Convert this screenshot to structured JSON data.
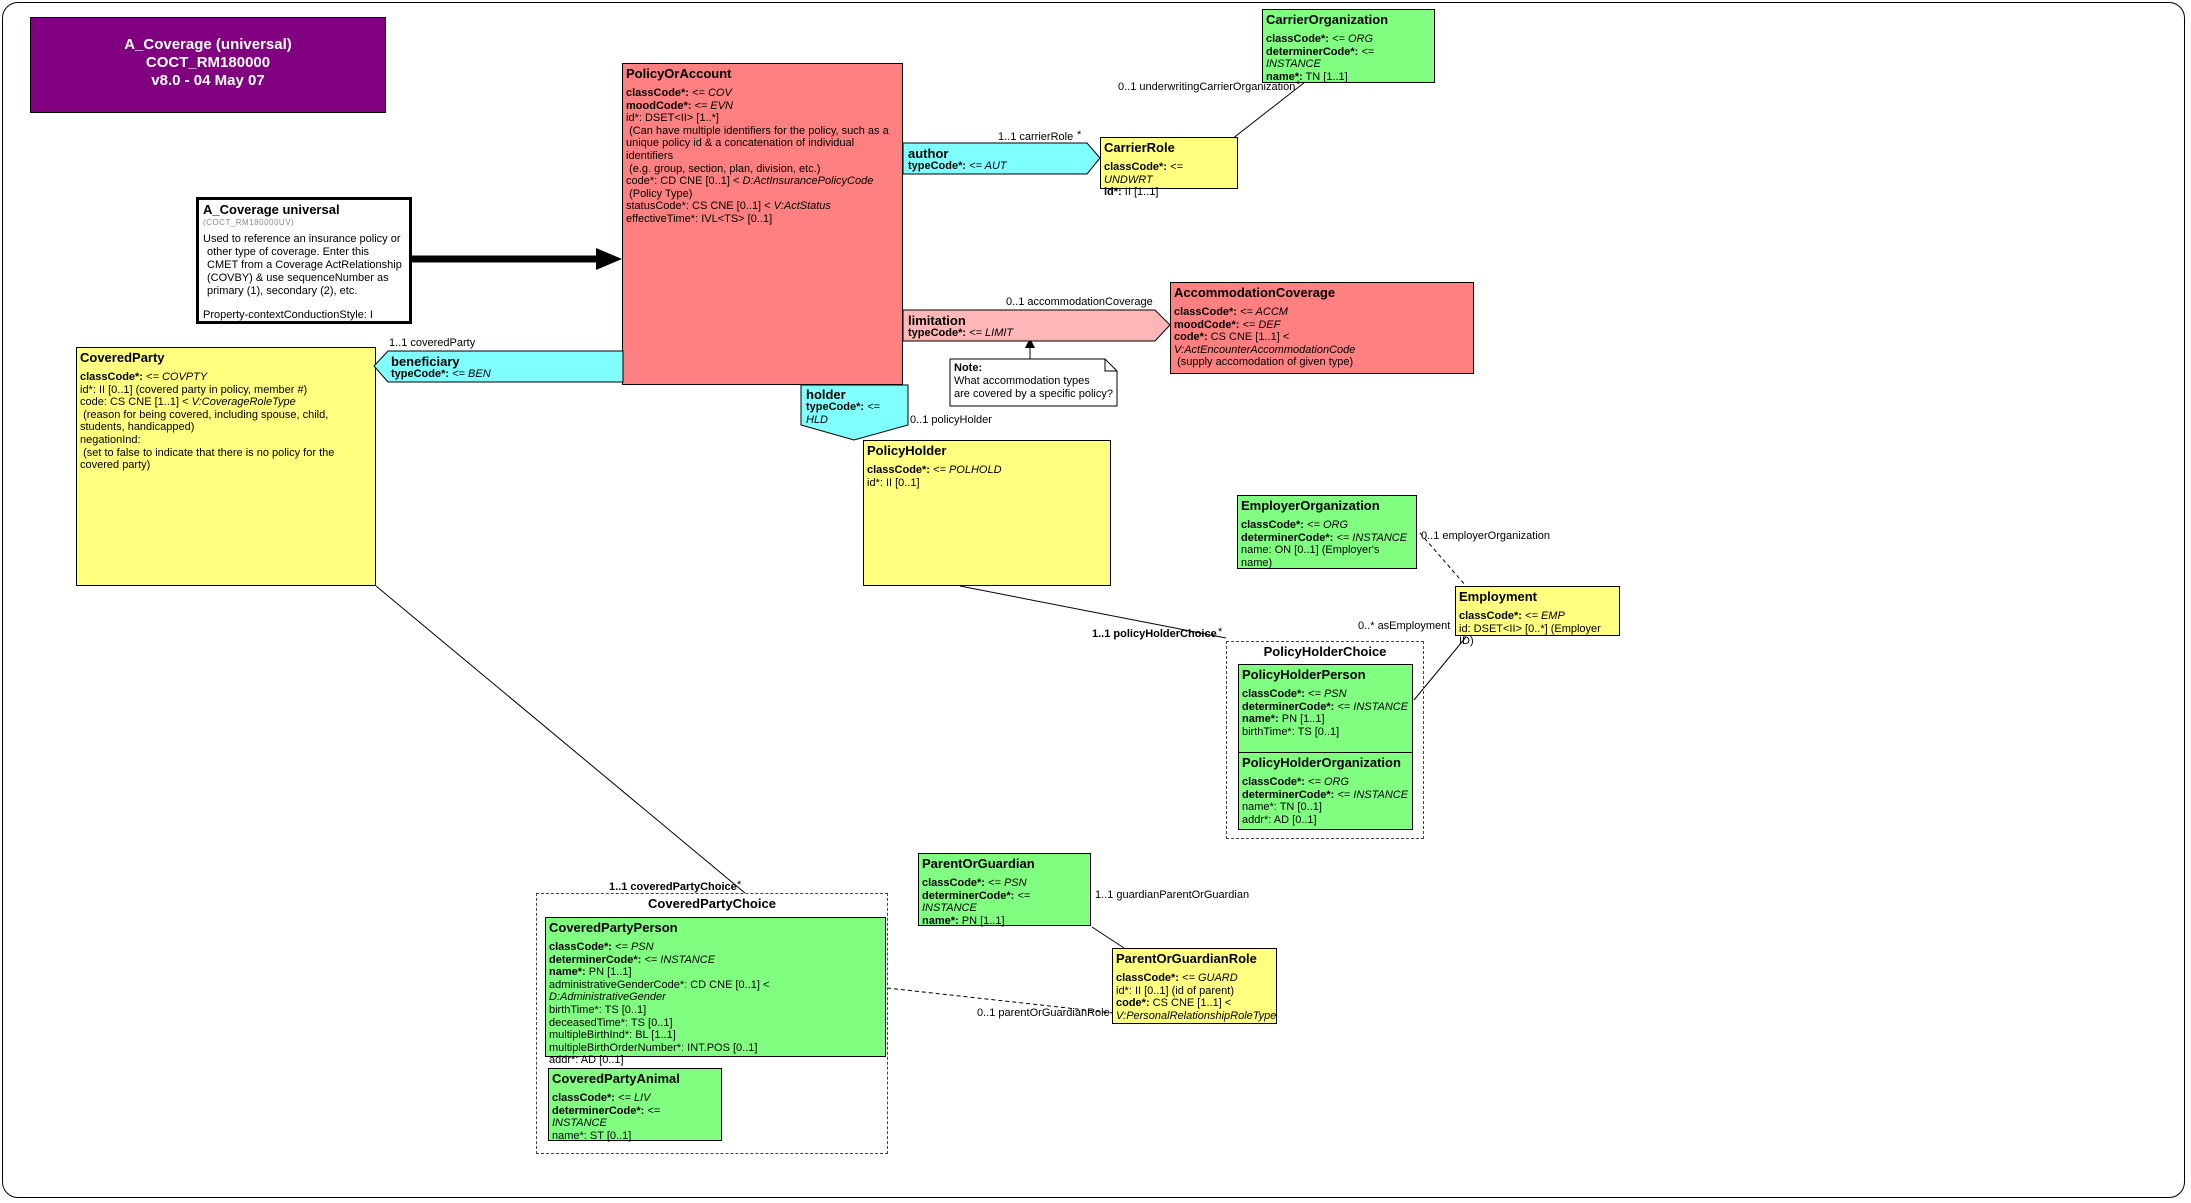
{
  "header": {
    "line1": "A_Coverage (universal)",
    "line2": "COCT_RM180000",
    "line3": "v8.0 - 04 May 07"
  },
  "entry_point": {
    "title": "A_Coverage universal",
    "id": "(COCT_RM180000UV)",
    "lines": [
      "Used to reference an insurance policy or",
      "other type of coverage. Enter this",
      "CMET from a Coverage ActRelationship",
      "(COVBY) & use sequenceNumber as",
      "primary (1), secondary (2), etc."
    ],
    "style": "Property-contextConductionStyle: I"
  },
  "policy_or_account": {
    "title": "PolicyOrAccount",
    "attrs": [
      {
        "name": "classCode*:",
        "value": " <= COV",
        "bold": true,
        "italic_value": true
      },
      {
        "name": "moodCode*:",
        "value": " <= EVN",
        "bold": true,
        "italic_value": true
      },
      {
        "name": "id*: DSET<II> [1..*]",
        "value": "",
        "bold": false,
        "italic_value": false
      },
      {
        "name": " (Can have multiple identifiers for the policy, such as a unique policy id & a concatenation of individual identifiers",
        "value": "",
        "bold": false,
        "italic_value": false
      },
      {
        "name": " (e.g. group, section, plan, division, etc.)",
        "value": "",
        "bold": false,
        "italic_value": false
      },
      {
        "name": "code*: CD CNE [0..1] < ",
        "value": "D:ActInsurancePolicyCode",
        "bold": false,
        "italic_value": true
      },
      {
        "name": " (Policy Type)",
        "value": "",
        "bold": false,
        "italic_value": false
      },
      {
        "name": "statusCode*: CS CNE [0..1] < ",
        "value": "V:ActStatus",
        "bold": false,
        "italic_value": true
      },
      {
        "name": "effectiveTime*: IVL<TS> [0..1]",
        "value": "",
        "bold": false,
        "italic_value": false
      }
    ]
  },
  "carrier_organization": {
    "title": "CarrierOrganization",
    "attrs": [
      {
        "name": "classCode*:",
        "value": " <= ORG",
        "bold": true,
        "italic_value": true
      },
      {
        "name": "determinerCode*:",
        "value": " <= INSTANCE",
        "bold": true,
        "italic_value": true
      },
      {
        "name": "name*:",
        "value": " TN [1..1]",
        "bold": true,
        "italic_value": false
      }
    ]
  },
  "carrier_role": {
    "title": "CarrierRole",
    "attrs": [
      {
        "name": "classCode*:",
        "value": " <= UNDWRT",
        "bold": true,
        "italic_value": true
      },
      {
        "name": "id*:",
        "value": " II [1..1]",
        "bold": true,
        "italic_value": false
      }
    ]
  },
  "author": {
    "name": "author",
    "type_label": "typeCode*:",
    "type_value": " <= AUT"
  },
  "limitation": {
    "name": "limitation",
    "type_label": "typeCode*:",
    "type_value": " <= LIMIT"
  },
  "beneficiary": {
    "name": "beneficiary",
    "type_label": "typeCode*:",
    "type_value": " <= BEN"
  },
  "holder": {
    "name": "holder",
    "type_label": "typeCode*:",
    "type_value": " <= HLD"
  },
  "accommodation_coverage": {
    "title": "AccommodationCoverage",
    "attrs": [
      {
        "name": "classCode*:",
        "value": " <= ACCM",
        "bold": true,
        "italic_value": true
      },
      {
        "name": "moodCode*:",
        "value": " <= DEF",
        "bold": true,
        "italic_value": true
      },
      {
        "name": "code*:",
        "value": " CS CNE [1..1] < ",
        "bold": true,
        "italic_value": false,
        "extra": "V:ActEncounterAccommodationCode"
      },
      {
        "name": " (supply accomodation of given type)",
        "value": "",
        "bold": false,
        "italic_value": false
      }
    ]
  },
  "note": {
    "title": "Note:",
    "lines": [
      "What accommodation types",
      "are covered by a specific policy?"
    ]
  },
  "covered_party": {
    "title": "CoveredParty",
    "attrs": [
      {
        "name": "classCode*:",
        "value": " <= COVPTY",
        "bold": true,
        "italic_value": true
      },
      {
        "name": "id*: II [0..1] (covered party in policy, member #)",
        "value": "",
        "bold": false,
        "italic_value": false
      },
      {
        "name": "code: CS CNE [1..1] < ",
        "value": "V:CoverageRoleType",
        "bold": false,
        "italic_value": true
      },
      {
        "name": " (reason for being covered, including spouse, child, students, handicapped)",
        "value": "",
        "bold": false,
        "italic_value": false
      },
      {
        "name": "negationInd:",
        "value": "",
        "bold": false,
        "italic_value": false
      },
      {
        "name": " (set to false to indicate that there is no policy for the covered party)",
        "value": "",
        "bold": false,
        "italic_value": false
      }
    ]
  },
  "policy_holder": {
    "title": "PolicyHolder",
    "attrs": [
      {
        "name": "classCode*:",
        "value": " <= POLHOLD",
        "bold": true,
        "italic_value": true
      },
      {
        "name": "id*: II [0..1]",
        "value": "",
        "bold": false,
        "italic_value": false
      }
    ]
  },
  "employer_organization": {
    "title": "EmployerOrganization",
    "attrs": [
      {
        "name": "classCode*:",
        "value": " <= ORG",
        "bold": true,
        "italic_value": true
      },
      {
        "name": "determinerCode*:",
        "value": " <= INSTANCE",
        "bold": true,
        "italic_value": true
      },
      {
        "name": "name: ON [0..1] (Employer's name)",
        "value": "",
        "bold": false,
        "italic_value": false
      }
    ]
  },
  "employment": {
    "title": "Employment",
    "attrs": [
      {
        "name": "classCode*:",
        "value": " <= EMP",
        "bold": true,
        "italic_value": true
      },
      {
        "name": "id: DSET<II> [0..*] (Employer ID)",
        "value": "",
        "bold": false,
        "italic_value": false
      }
    ]
  },
  "policy_holder_choice": {
    "title": "PolicyHolderChoice"
  },
  "policy_holder_person": {
    "title": "PolicyHolderPerson",
    "attrs": [
      {
        "name": "classCode*:",
        "value": " <= PSN",
        "bold": true,
        "italic_value": true
      },
      {
        "name": "determinerCode*:",
        "value": " <= INSTANCE",
        "bold": true,
        "italic_value": true
      },
      {
        "name": "name*:",
        "value": " PN [1..1]",
        "bold": true,
        "italic_value": false
      },
      {
        "name": "birthTime*: TS [0..1]",
        "value": "",
        "bold": false,
        "italic_value": false
      }
    ]
  },
  "policy_holder_organization": {
    "title": "PolicyHolderOrganization",
    "attrs": [
      {
        "name": "classCode*:",
        "value": " <= ORG",
        "bold": true,
        "italic_value": true
      },
      {
        "name": "determinerCode*:",
        "value": " <= INSTANCE",
        "bold": true,
        "italic_value": true
      },
      {
        "name": "name*: TN [0..1]",
        "value": "",
        "bold": false,
        "italic_value": false
      },
      {
        "name": "addr*: AD [0..1]",
        "value": "",
        "bold": false,
        "italic_value": false
      }
    ]
  },
  "parent_or_guardian": {
    "title": "ParentOrGuardian",
    "attrs": [
      {
        "name": "classCode*:",
        "value": " <= PSN",
        "bold": true,
        "italic_value": true
      },
      {
        "name": "determinerCode*:",
        "value": " <= INSTANCE",
        "bold": true,
        "italic_value": true
      },
      {
        "name": "name*:",
        "value": " PN [1..1]",
        "bold": true,
        "italic_value": false
      }
    ]
  },
  "parent_or_guardian_role": {
    "title": "ParentOrGuardianRole",
    "attrs": [
      {
        "name": "classCode*:",
        "value": " <= GUARD",
        "bold": true,
        "italic_value": true
      },
      {
        "name": "id*: II [0..1] (id of parent)",
        "value": "",
        "bold": false,
        "italic_value": false
      },
      {
        "name": "code*:",
        "value": " CS CNE [1..1] <",
        "bold": true,
        "italic_value": false
      },
      {
        "name": "",
        "value": "V:PersonalRelationshipRoleType",
        "bold": false,
        "italic_value": true
      }
    ]
  },
  "covered_party_choice": {
    "title": "CoveredPartyChoice"
  },
  "covered_party_person": {
    "title": "CoveredPartyPerson",
    "attrs": [
      {
        "name": "classCode*:",
        "value": " <= PSN",
        "bold": true,
        "italic_value": true
      },
      {
        "name": "determinerCode*:",
        "value": " <= INSTANCE",
        "bold": true,
        "italic_value": true
      },
      {
        "name": "name*:",
        "value": " PN [1..1]",
        "bold": true,
        "italic_value": false
      },
      {
        "name": "administrativeGenderCode*: CD CNE [0..1] < ",
        "value": "D:AdministrativeGender",
        "bold": false,
        "italic_value": true
      },
      {
        "name": "birthTime*: TS [0..1]",
        "value": "",
        "bold": false,
        "italic_value": false
      },
      {
        "name": "deceasedTime*: TS [0..1]",
        "value": "",
        "bold": false,
        "italic_value": false
      },
      {
        "name": "multipleBirthInd*: BL [1..1]",
        "value": "",
        "bold": false,
        "italic_value": false
      },
      {
        "name": "multipleBirthOrderNumber*: INT.POS [0..1]",
        "value": "",
        "bold": false,
        "italic_value": false
      },
      {
        "name": "addr*: AD [0..1]",
        "value": "",
        "bold": false,
        "italic_value": false
      }
    ]
  },
  "covered_party_animal": {
    "title": "CoveredPartyAnimal",
    "attrs": [
      {
        "name": "classCode*:",
        "value": " <= LIV",
        "bold": true,
        "italic_value": true
      },
      {
        "name": "determinerCode*:",
        "value": " <= INSTANCE",
        "bold": true,
        "italic_value": true
      },
      {
        "name": "name*: ST [0..1]",
        "value": "",
        "bold": false,
        "italic_value": false
      }
    ]
  },
  "labels": {
    "underwriting_carrier": "0..1 underwritingCarrierOrganization",
    "carrier_role": "1..1 carrierRole",
    "accommodation_coverage": "0..1 accommodationCoverage",
    "covered_party": "1..1 coveredParty",
    "policy_holder": "0..1 policyHolder",
    "employer_organization": "0..1 employerOrganization",
    "as_employment": "0..* asEmployment",
    "policy_holder_choice": "1..1 policyHolderChoice",
    "covered_party_choice": "1..1 coveredPartyChoice",
    "guardian_parent": "1..1 guardianParentOrGuardian",
    "parent_guardian_role": "0..1 parentOrGuardianRole",
    "star": "*"
  },
  "colors": {
    "header": "#800080",
    "act": "#ff8080",
    "act_relationship": "#ffb6b6",
    "participation": "#80ffff",
    "role": "#ffff80",
    "entity": "#80ff80"
  }
}
